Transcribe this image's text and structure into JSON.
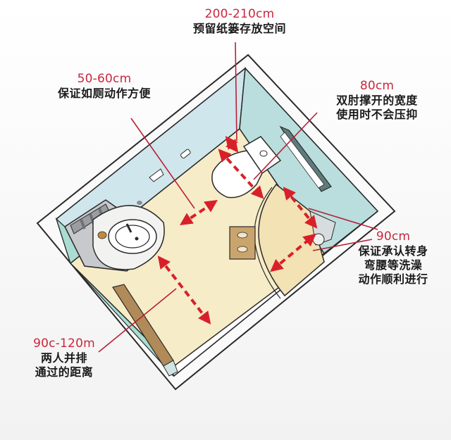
{
  "diagram": {
    "type": "bathroom-floor-plan",
    "colors": {
      "dimension_text": "#c8283c",
      "annotation_line": "#b8203a",
      "arrow": "#d8202a",
      "floor": "#f7ecc8",
      "wall_tile": "#bfe0df",
      "outline": "#2a2a2a",
      "door_wood": "#b08a58"
    },
    "annotations": [
      {
        "id": "top",
        "dimension": "200-210cm",
        "description_lines": [
          "预留纸篓存放空间"
        ]
      },
      {
        "id": "left",
        "dimension": "50-60cm",
        "description_lines": [
          "保证如厕动作方便"
        ]
      },
      {
        "id": "right",
        "dimension": "80cm",
        "description_lines": [
          "双肘撑开的宽度",
          "使用时不会压抑"
        ]
      },
      {
        "id": "bottom-right",
        "dimension": "90cm",
        "description_lines": [
          "保证承认转身",
          "弯腰等洗澡",
          "动作顺利进行"
        ]
      },
      {
        "id": "bottom-left",
        "dimension": "90c-120m",
        "description_lines": [
          "两人并排",
          "通过的距离"
        ]
      }
    ],
    "fixtures": [
      "washbasin",
      "toilet",
      "shower-area",
      "floor-drain-mat",
      "door",
      "radiator-shelf",
      "toilet-paper-holder"
    ]
  }
}
